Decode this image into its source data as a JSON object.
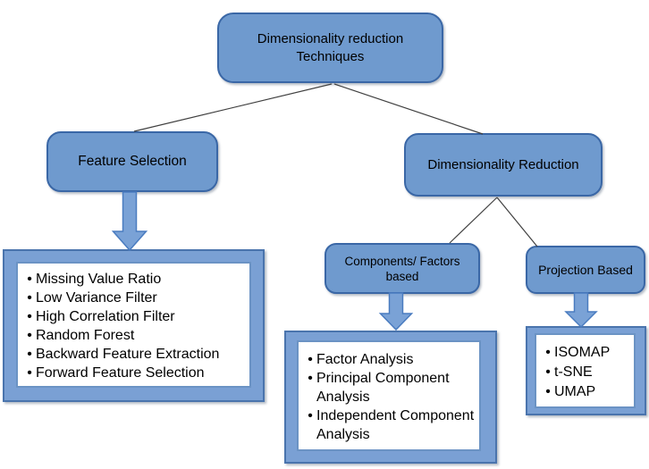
{
  "diagram_title": "Dimensionality reduction Techniques",
  "glyphs": {
    "bullet": "•"
  },
  "colors": {
    "node_fill": "#6f9ace",
    "node_border": "#3a67a6",
    "frame_fill": "#7aa0d4",
    "frame_border": "#4a74ad",
    "inner_box_border": "#6b93c4",
    "arrow_fill": "#7aa2d6",
    "arrow_border": "#4a7cc0",
    "connector_line": "#404040",
    "text": "#000000",
    "background": "#ffffff"
  },
  "nodes": {
    "root": {
      "line1": "Dimensionality reduction",
      "line2": "Techniques"
    },
    "feature_selection": {
      "label": "Feature Selection"
    },
    "dimensionality_reduction": {
      "label": "Dimensionality Reduction"
    },
    "components_factors": {
      "line1": "Components/ Factors",
      "line2": "based"
    },
    "projection_based": {
      "label": "Projection Based"
    }
  },
  "lists": {
    "feature_selection_methods": {
      "items": [
        "Missing Value Ratio",
        "Low Variance Filter",
        "High Correlation Filter",
        "Random Forest",
        "Backward Feature Extraction",
        "Forward Feature Selection"
      ]
    },
    "components_factors_methods": {
      "items": [
        "Factor Analysis",
        "Principal Component Analysis",
        "Independent Component Analysis"
      ]
    },
    "projection_methods": {
      "items": [
        "ISOMAP",
        "t-SNE",
        "UMAP"
      ]
    }
  }
}
